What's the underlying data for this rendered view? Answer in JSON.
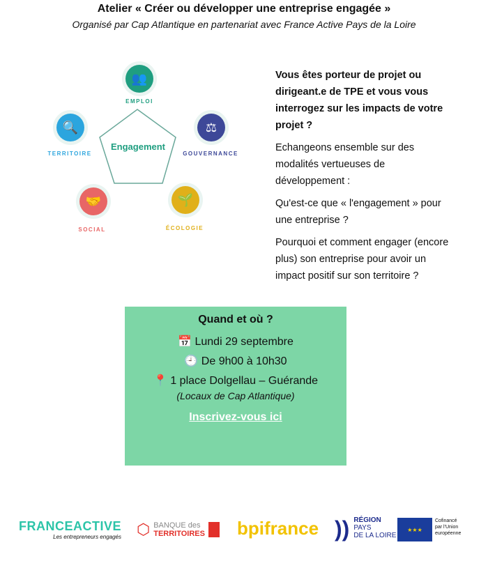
{
  "header": {
    "title": "Atelier « Créer ou développer une entreprise engagée »",
    "subtitle": "Organisé par Cap Atlantique en partenariat avec France Active Pays de la Loire"
  },
  "diagram": {
    "center": "Engagement",
    "pillars": [
      {
        "label": "EMPLOI",
        "color": "#1f9e80",
        "icon": "people-icon"
      },
      {
        "label": "GOUVERNANCE",
        "color": "#3d4898",
        "icon": "scales-icon"
      },
      {
        "label": "ÉCOLOGIE",
        "color": "#e0b01a",
        "icon": "plant-hand-icon"
      },
      {
        "label": "SOCIAL",
        "color": "#e86666",
        "icon": "handshake-icon"
      },
      {
        "label": "TERRITOIRE",
        "color": "#2ba5de",
        "icon": "map-search-icon"
      }
    ]
  },
  "intro": {
    "question": "Vous êtes porteur de projet ou dirigeant.e de TPE et vous vous interrogez sur les impacts de votre projet ?",
    "p1": "Echangeons ensemble sur des modalités vertueuses de développement :",
    "p2": "Qu'est-ce que « l'engagement » pour une entreprise ?",
    "p3": "Pourquoi et comment engager (encore plus) son entreprise pour avoir un impact positif sur son territoire ?"
  },
  "event": {
    "heading": "Quand et où ?",
    "date": "Lundi 29 septembre",
    "time": "De 9h00 à 10h30",
    "place": "1 place Dolgellau – Guérande",
    "place_note": "(Locaux de Cap Atlantique)",
    "cta": "Inscrivez-vous ici",
    "bg": "#7dd6a6"
  },
  "logos": {
    "france_active": "FRANCEACTIVE",
    "france_active_tag": "Les entrepreneurs engagés",
    "banque": "BANQUE des",
    "banque2": "TERRITOIRES",
    "bpi": "bpifrance",
    "region1": "RÉGION",
    "region2": "PAYS",
    "region3": "DE LA LOIRE",
    "eu": "Cofinancé par l'Union européenne"
  }
}
